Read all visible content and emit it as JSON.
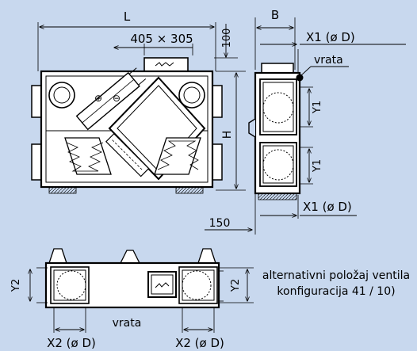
{
  "labels": {
    "L": "L",
    "B": "B",
    "H": "H",
    "flange": "405 × 305",
    "dim_100": "100",
    "dim_150": "150",
    "x1_top": "X1 (ø D)",
    "x1_bottom": "X1 (ø D)",
    "vrata_side": "vrata",
    "y1_upper": "Y1",
    "y1_lower": "Y1",
    "y2_left": "Y2",
    "y2_right": "Y2",
    "vrata_bottom": "vrata",
    "x2_left": "X2 (ø D)",
    "x2_right": "X2 (ø D)",
    "plus": "⊕",
    "minus": "⊖"
  },
  "note": {
    "line1": "alternativni položaj ventila",
    "line2": "konfiguracija  41 / 10)"
  },
  "colors": {
    "background": "#c8d8ee",
    "stroke": "#000000",
    "unit_fill": "#ffffff"
  }
}
